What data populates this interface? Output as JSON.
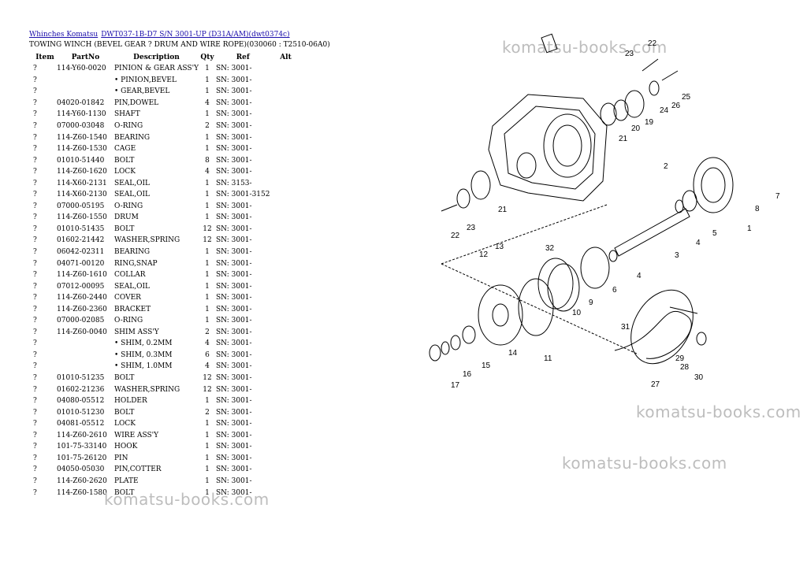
{
  "breadcrumb": {
    "link1": "Whinches Komatsu",
    "link2": "DWT037-1B-D7 S/N 3001-UP (D31A/AM)(dwt0374c)"
  },
  "subtitle": "TOWING WINCH (BEVEL GEAR ? DRUM AND WIRE ROPE)(030060 : T2510-06A0)",
  "table": {
    "headers": [
      "Item",
      "PartNo",
      "Description",
      "Qty",
      "Ref",
      "Alt"
    ],
    "rows": [
      [
        "?",
        "114-Y60-0020",
        "PINION & GEAR ASS'Y",
        "1",
        "SN: 3001-"
      ],
      [
        "?",
        "",
        "• PINION,BEVEL",
        "1",
        "SN: 3001-"
      ],
      [
        "?",
        "",
        "• GEAR,BEVEL",
        "1",
        "SN: 3001-"
      ],
      [
        "?",
        "04020-01842",
        "PIN,DOWEL",
        "4",
        "SN: 3001-"
      ],
      [
        "?",
        "114-Y60-1130",
        "SHAFT",
        "1",
        "SN: 3001-"
      ],
      [
        "?",
        "07000-03048",
        "O-RING",
        "2",
        "SN: 3001-"
      ],
      [
        "?",
        "114-Z60-1540",
        "BEARING",
        "1",
        "SN: 3001-"
      ],
      [
        "?",
        "114-Z60-1530",
        "CAGE",
        "1",
        "SN: 3001-"
      ],
      [
        "?",
        "01010-51440",
        "BOLT",
        "8",
        "SN: 3001-"
      ],
      [
        "?",
        "114-Z60-1620",
        "LOCK",
        "4",
        "SN: 3001-"
      ],
      [
        "?",
        "114-X60-2131",
        "SEAL,OIL",
        "1",
        "SN: 3153-"
      ],
      [
        "?",
        "114-X60-2130",
        "SEAL,OIL",
        "1",
        "SN: 3001-3152"
      ],
      [
        "?",
        "07000-05195",
        "O-RING",
        "1",
        "SN: 3001-"
      ],
      [
        "?",
        "114-Z60-1550",
        "DRUM",
        "1",
        "SN: 3001-"
      ],
      [
        "?",
        "01010-51435",
        "BOLT",
        "12",
        "SN: 3001-"
      ],
      [
        "?",
        "01602-21442",
        "WASHER,SPRING",
        "12",
        "SN: 3001-"
      ],
      [
        "?",
        "06042-02311",
        "BEARING",
        "1",
        "SN: 3001-"
      ],
      [
        "?",
        "04071-00120",
        "RING,SNAP",
        "1",
        "SN: 3001-"
      ],
      [
        "?",
        "114-Z60-1610",
        "COLLAR",
        "1",
        "SN: 3001-"
      ],
      [
        "?",
        "07012-00095",
        "SEAL,OIL",
        "1",
        "SN: 3001-"
      ],
      [
        "?",
        "114-Z60-2440",
        "COVER",
        "1",
        "SN: 3001-"
      ],
      [
        "?",
        "114-Z60-2360",
        "BRACKET",
        "1",
        "SN: 3001-"
      ],
      [
        "?",
        "07000-02085",
        "O-RING",
        "1",
        "SN: 3001-"
      ],
      [
        "?",
        "114-Z60-0040",
        "SHIM ASS'Y",
        "2",
        "SN: 3001-"
      ],
      [
        "?",
        "",
        "• SHIM, 0.2MM",
        "4",
        "SN: 3001-"
      ],
      [
        "?",
        "",
        "• SHIM, 0.3MM",
        "6",
        "SN: 3001-"
      ],
      [
        "?",
        "",
        "• SHIM, 1.0MM",
        "4",
        "SN: 3001-"
      ],
      [
        "?",
        "01010-51235",
        "BOLT",
        "12",
        "SN: 3001-"
      ],
      [
        "?",
        "01602-21236",
        "WASHER,SPRING",
        "12",
        "SN: 3001-"
      ],
      [
        "?",
        "04080-05512",
        "HOLDER",
        "1",
        "SN: 3001-"
      ],
      [
        "?",
        "01010-51230",
        "BOLT",
        "2",
        "SN: 3001-"
      ],
      [
        "?",
        "04081-05512",
        "LOCK",
        "1",
        "SN: 3001-"
      ],
      [
        "?",
        "114-Z60-2610",
        "WIRE ASS'Y",
        "1",
        "SN: 3001-"
      ],
      [
        "?",
        "101-75-33140",
        "HOOK",
        "1",
        "SN: 3001-"
      ],
      [
        "?",
        "101-75-26120",
        "PIN",
        "1",
        "SN: 3001-"
      ],
      [
        "?",
        "04050-05030",
        "PIN,COTTER",
        "1",
        "SN: 3001-"
      ],
      [
        "?",
        "114-Z60-2620",
        "PLATE",
        "1",
        "SN: 3001-"
      ],
      [
        "?",
        "114-Z60-1580",
        "BOLT",
        "1",
        "SN: 3001-"
      ]
    ]
  },
  "watermark_text": "komatsu-books.com",
  "diagram_labels": [
    "22",
    "23",
    "24",
    "25",
    "26",
    "19",
    "20",
    "21",
    "2",
    "7",
    "8",
    "1",
    "21",
    "22",
    "23",
    "13",
    "32",
    "12",
    "5",
    "4",
    "3",
    "4",
    "6",
    "9",
    "10",
    "11",
    "14",
    "15",
    "16",
    "17",
    "31",
    "29",
    "28",
    "30",
    "27"
  ]
}
